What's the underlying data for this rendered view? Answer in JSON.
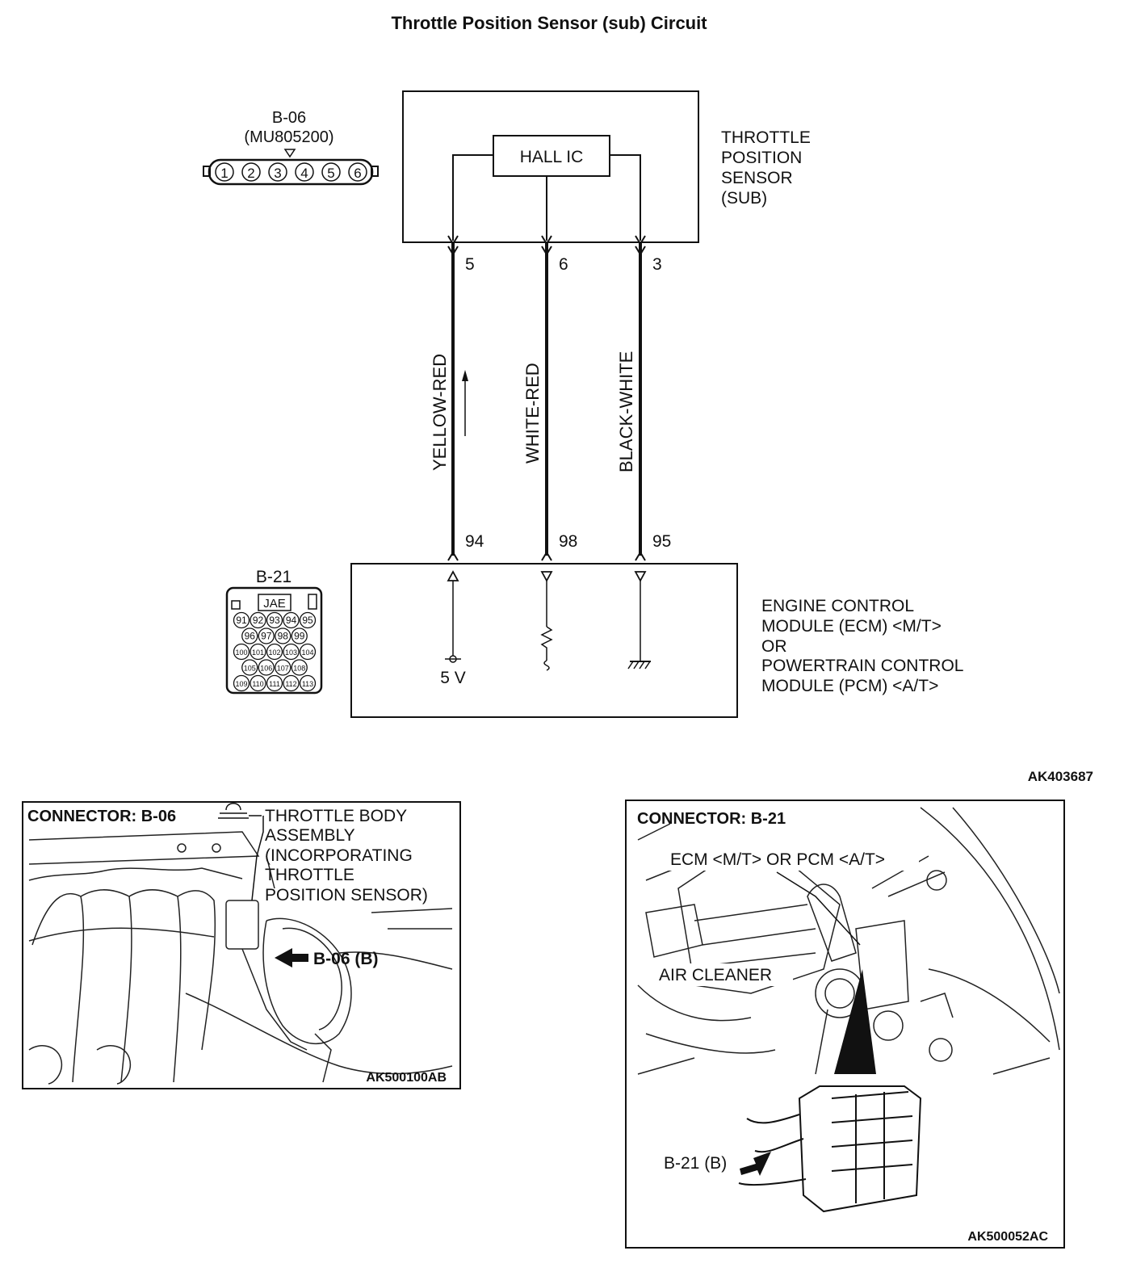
{
  "title": "Throttle Position Sensor (sub) Circuit",
  "connector_b06": {
    "name": "B-06",
    "part_number": "(MU805200)",
    "pins": [
      "1",
      "2",
      "3",
      "4",
      "5",
      "6"
    ]
  },
  "sensor": {
    "ic_label": "HALL IC",
    "name_lines": [
      "THROTTLE",
      "POSITION",
      "SENSOR",
      "(SUB)"
    ]
  },
  "wires": [
    {
      "sensor_pin": "5",
      "color": "YELLOW-RED",
      "ecm_pin": "94"
    },
    {
      "sensor_pin": "6",
      "color": "WHITE-RED",
      "ecm_pin": "98"
    },
    {
      "sensor_pin": "3",
      "color": "BLACK-WHITE",
      "ecm_pin": "95"
    }
  ],
  "connector_b21": {
    "name": "B-21",
    "tag": "JAE",
    "rows": [
      [
        "91",
        "92",
        "93",
        "94",
        "95"
      ],
      [
        "96",
        "97",
        "98",
        "99"
      ],
      [
        "100",
        "101",
        "102",
        "103",
        "104"
      ],
      [
        "105",
        "106",
        "107",
        "108"
      ],
      [
        "109",
        "110",
        "111",
        "112",
        "113"
      ]
    ]
  },
  "ecm": {
    "supply_label": "5 V",
    "name_lines": [
      "ENGINE CONTROL",
      "MODULE (ECM) <M/T>",
      "OR",
      "POWERTRAIN CONTROL",
      "MODULE (PCM) <A/T>"
    ]
  },
  "diagram_code": "AK403687",
  "photo_left": {
    "heading": "CONNECTOR: B-06",
    "callout_lines": [
      "THROTTLE BODY",
      "ASSEMBLY",
      "(INCORPORATING",
      "THROTTLE",
      "POSITION SENSOR)"
    ],
    "pointer_label": "B-06 (B)",
    "code": "AK500100AB"
  },
  "photo_right": {
    "heading": "CONNECTOR: B-21",
    "callout": "ECM <M/T> OR PCM <A/T>",
    "air_cleaner": "AIR CLEANER",
    "pointer_label": "B-21 (B)",
    "code": "AK500052AC"
  }
}
